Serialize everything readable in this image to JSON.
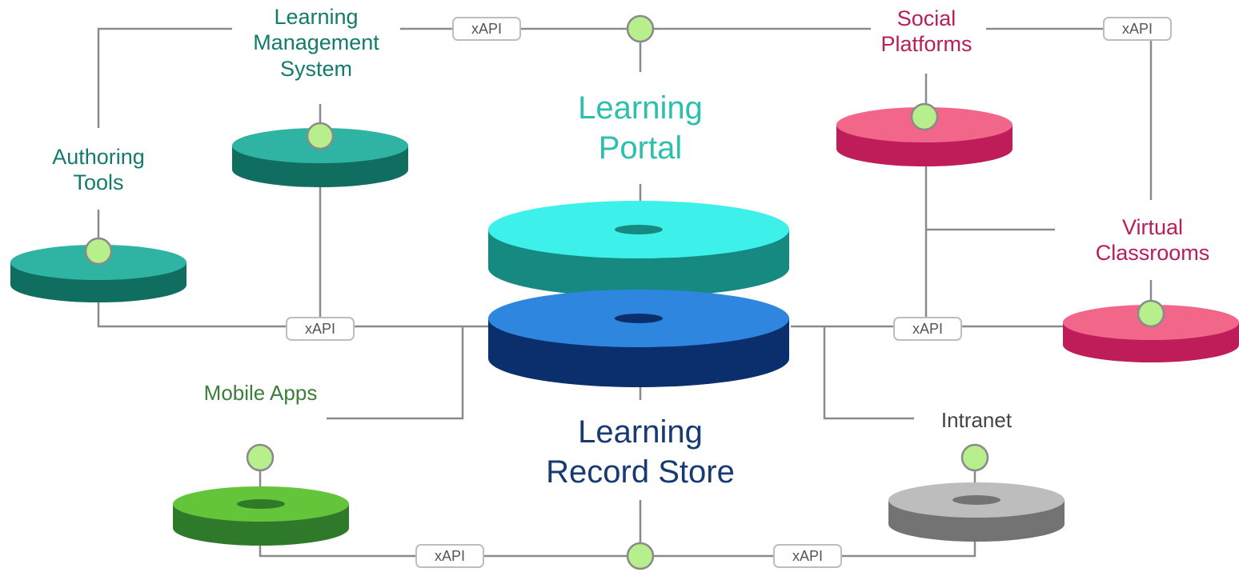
{
  "nodes": {
    "lms": {
      "lines": [
        "Learning",
        "Management",
        "System"
      ]
    },
    "authoring": {
      "lines": [
        "Authoring",
        "Tools"
      ]
    },
    "social": {
      "lines": [
        "Social",
        "Platforms"
      ]
    },
    "virtual": {
      "lines": [
        "Virtual",
        "Classrooms"
      ]
    },
    "mobile": {
      "label": "Mobile Apps"
    },
    "intranet": {
      "label": "Intranet"
    },
    "portal": {
      "lines": [
        "Learning",
        "Portal"
      ]
    },
    "lrs": {
      "lines": [
        "Learning",
        "Record Store"
      ]
    }
  },
  "connector_label": "xAPI",
  "colors": {
    "teal_top": "#2fb3a3",
    "teal_side": "#0f6e60",
    "pink_top": "#f2668a",
    "pink_side": "#bf1d5a",
    "green_top": "#64c43a",
    "green_side": "#2e7a2a",
    "grey_top": "#bdbdbd",
    "grey_side": "#737373",
    "cyan_top": "#3ef0ea",
    "cyan_side": "#168a80",
    "blue_top": "#2f86df",
    "blue_side": "#0a2f6c",
    "connector_node": "#b7ef8c",
    "line": "#8a8a8a"
  }
}
